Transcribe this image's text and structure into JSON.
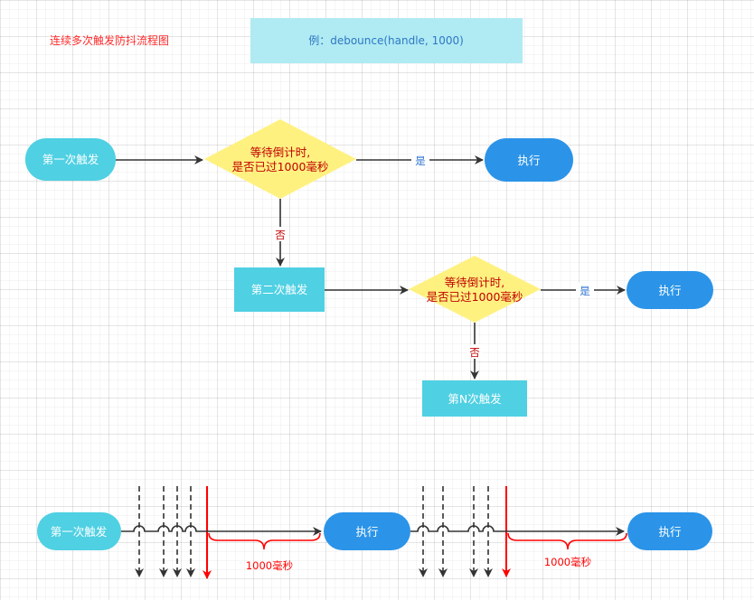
{
  "title": "连续多次触发防抖流程图",
  "example": "例：debounce(handle, 1000)",
  "flow": {
    "first_trigger": "第一次触发",
    "decision_line1": "等待倒计时,",
    "decision_line2": "是否已过1000毫秒",
    "yes": "是",
    "no": "否",
    "execute": "执行",
    "second_trigger": "第二次触发",
    "nth_trigger": "第N次触发"
  },
  "timeline": {
    "start": "第一次触发",
    "execute": "执行",
    "interval": "1000毫秒"
  },
  "colors": {
    "title_red": "#ff2a2a",
    "example_bg": "#b0ebf3",
    "example_text": "#2e77c4",
    "trigger_cyan": "#4fd0e3",
    "execute_blue": "#2b94e8",
    "decision_fill": "#fff180",
    "decision_text": "#c00000",
    "yes_blue": "#2a6fd1",
    "no_red": "#c00000",
    "arrow_red": "#ff0000",
    "line": "#333333"
  }
}
